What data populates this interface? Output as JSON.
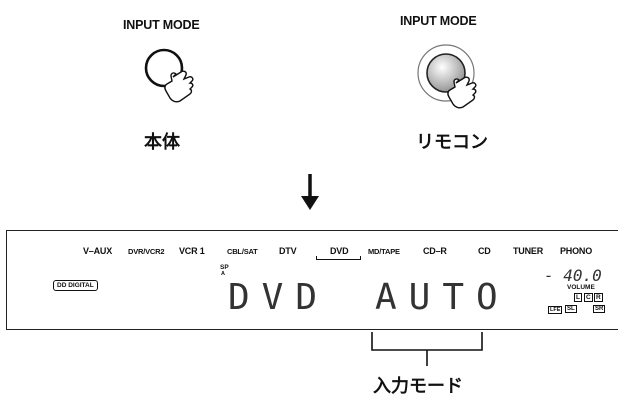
{
  "front_panel": {
    "button_label": "INPUT MODE",
    "caption": "本体"
  },
  "remote": {
    "button_label": "INPUT MODE",
    "caption": "リモコン"
  },
  "display": {
    "sources": [
      "V–AUX",
      "DVR/VCR2",
      "VCR 1",
      "CBL/SAT",
      "DTV",
      "DVD",
      "MD/TAPE",
      "CD–R",
      "CD",
      "TUNER",
      "PHONO"
    ],
    "selected_source": "DVD",
    "digital_indicator": "DD DIGITAL",
    "speaker_indicator": "SP",
    "speaker_sub": "A",
    "main_text": "DVD",
    "mode_text": "AUTO",
    "volume_value": "- 40.0",
    "volume_label": "VOLUME",
    "channel_indicators": [
      "L",
      "C",
      "R"
    ],
    "lfe_label": "LFE",
    "lower_indicators": [
      "SL",
      "SR"
    ]
  },
  "callout_label": "入力モード"
}
